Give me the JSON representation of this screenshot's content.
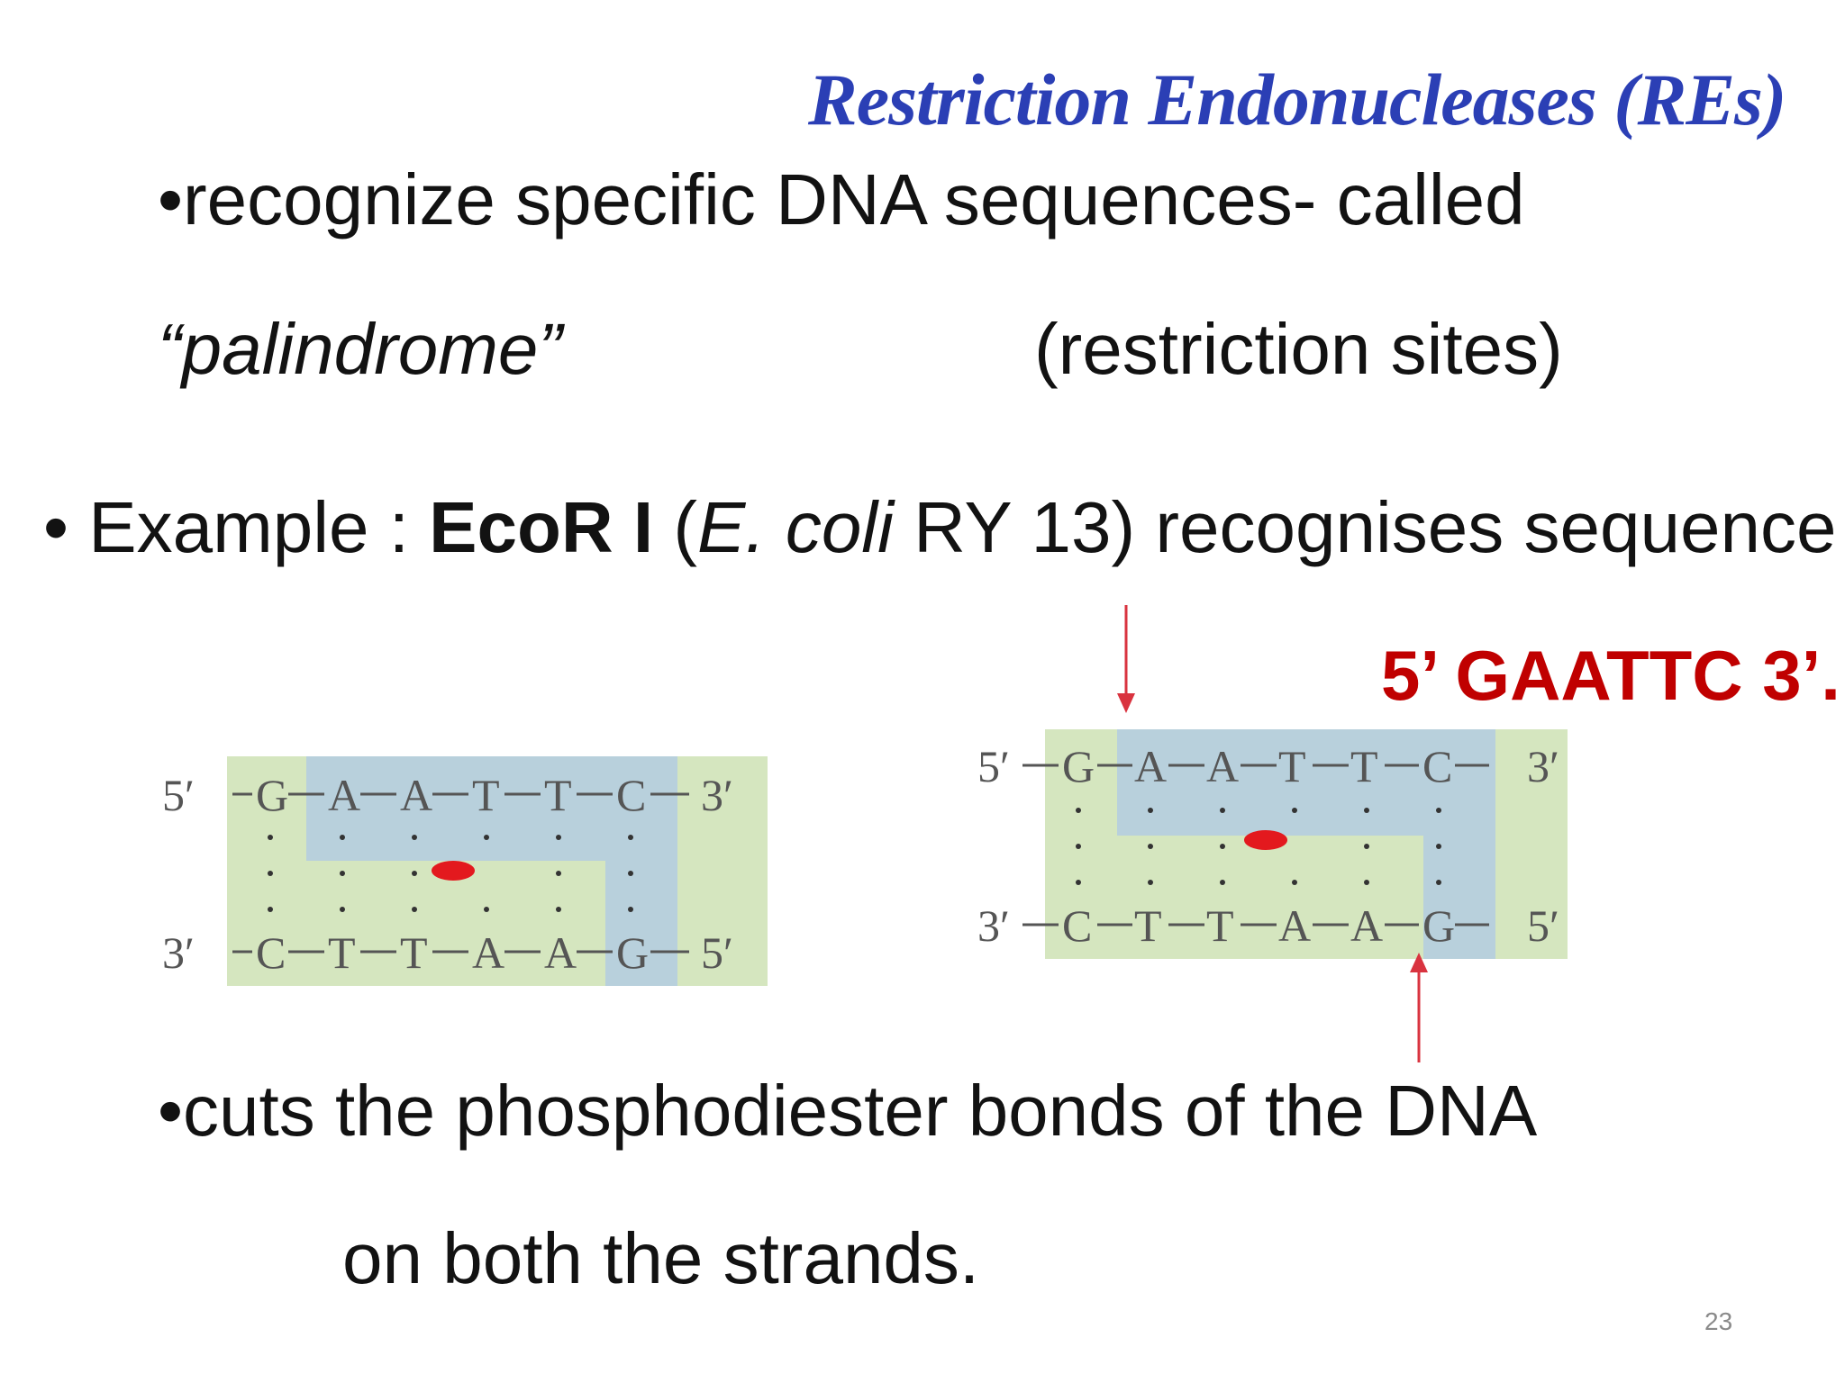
{
  "slide": {
    "title": "Restriction Endonucleases (REs)",
    "bullet1_line1": "•recognize specific DNA sequences- called",
    "bullet1_palindrome": "“palindrome”",
    "bullet1_sites": "(restriction  sites)",
    "example": {
      "prefix": "• Example : ",
      "enzyme": "EcoR I",
      "paren_open": "  (",
      "organism": "E. coli",
      "rest": " RY 13) recognises sequence"
    },
    "sequence": "5’ GAATTC 3’.",
    "bullet2_line1": "•cuts the phosphodiester bonds of the DNA",
    "bullet2_line2": "on both the strands.",
    "page_number": "23"
  },
  "diagrams": {
    "left": {
      "top_end_5": "5′",
      "top_end_3": "3′",
      "bottom_end_3": "3′",
      "bottom_end_5": "5′",
      "top_bases": [
        "G",
        "A",
        "A",
        "T",
        "T",
        "C"
      ],
      "bottom_bases": [
        "C",
        "T",
        "T",
        "A",
        "A",
        "G"
      ]
    },
    "right": {
      "top_end_5": "5′",
      "top_end_3": "3′",
      "bottom_end_3": "3′",
      "bottom_end_5": "5′",
      "top_bases": [
        "G",
        "A",
        "A",
        "T",
        "T",
        "C"
      ],
      "bottom_bases": [
        "C",
        "T",
        "T",
        "A",
        "A",
        "G"
      ]
    }
  },
  "colors": {
    "title": "#2b3fb5",
    "sequence": "#c00000",
    "panel_green": "#d5e6bf",
    "panel_blue": "#b8d0dc",
    "cut_arrow": "#d9333f",
    "center_mark": "#e3191e"
  }
}
